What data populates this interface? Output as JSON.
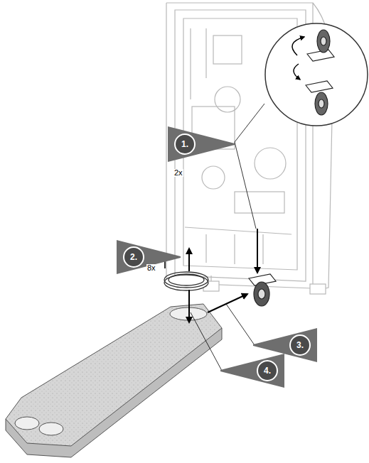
{
  "diagram": {
    "nodes": [
      {
        "text": [
          "1."
        ]
      },
      {
        "text": [
          "2."
        ]
      },
      {
        "text": [
          "3."
        ]
      },
      {
        "text": [
          "4."
        ]
      }
    ],
    "labels": [
      "2x",
      "8x"
    ]
  }
}
